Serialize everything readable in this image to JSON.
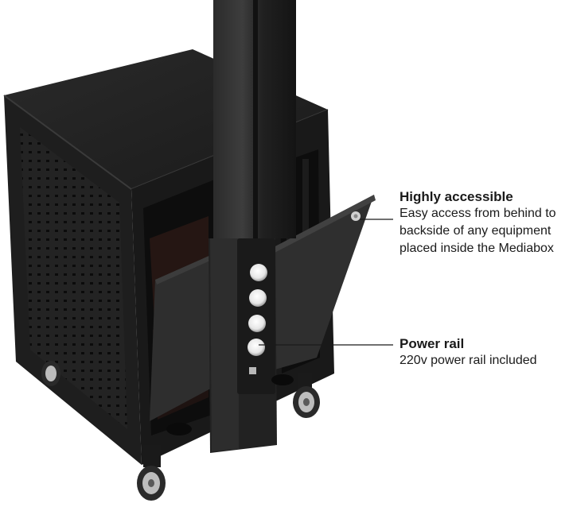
{
  "callouts": [
    {
      "title": "Highly accessible",
      "lines": [
        "Easy access from behind to",
        "backside of any equipment",
        "placed inside the Mediabox"
      ]
    },
    {
      "title": "Power rail",
      "lines": [
        "220v power rail included"
      ]
    }
  ],
  "colors": {
    "background": "#ffffff",
    "cabinet_dark": "#1f1f1f",
    "cabinet_mid": "#2c2c2c",
    "cabinet_light": "#3a3a3a",
    "text": "#1a1a1a",
    "wheel_rim": "#bdbdbd"
  }
}
